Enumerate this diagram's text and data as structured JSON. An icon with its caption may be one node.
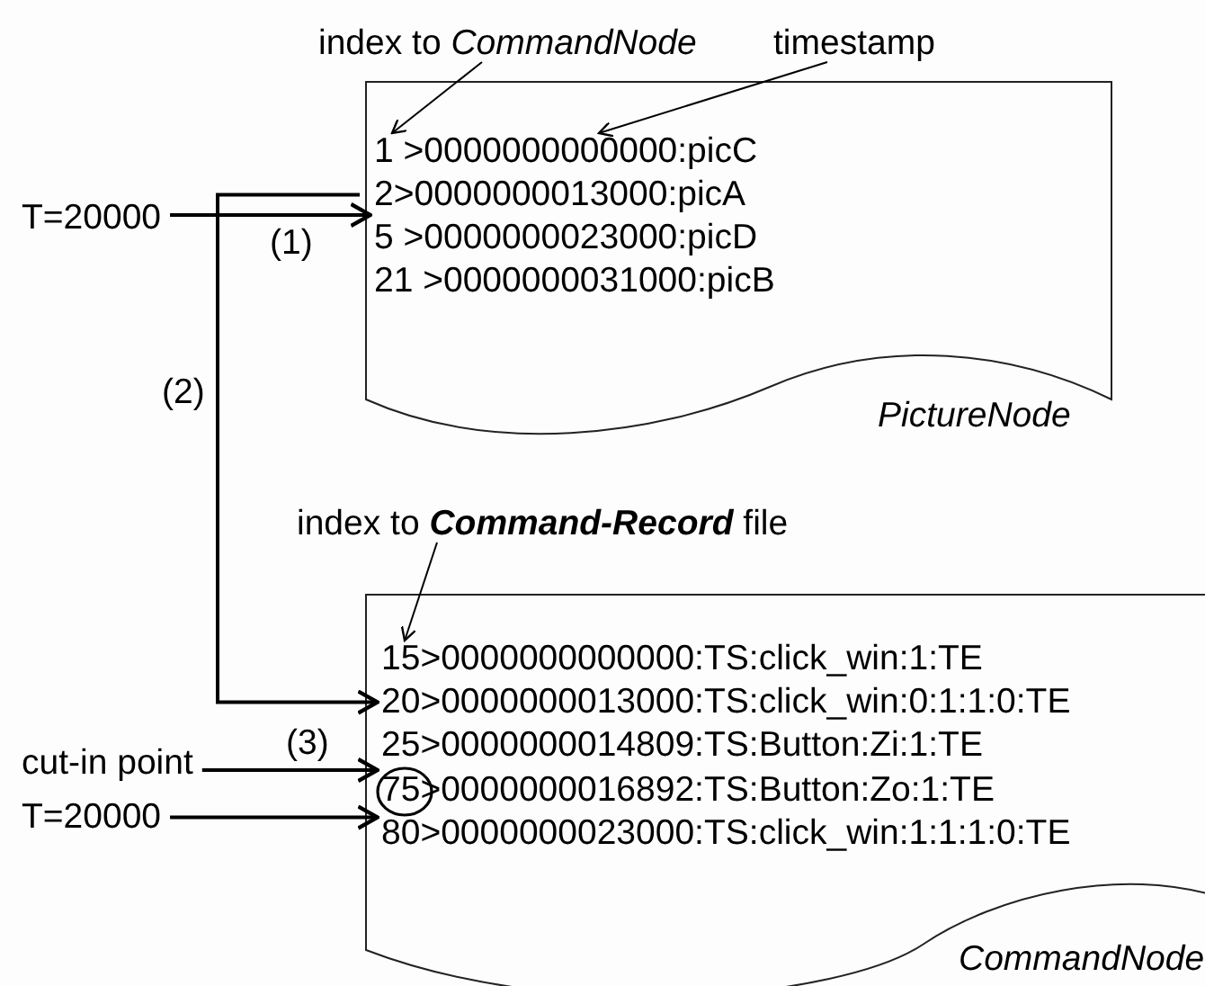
{
  "diagram": {
    "nodes": [
      {
        "text": [
          "PictureNode"
        ]
      },
      {
        "text": [
          "1 >0000000000000:picC"
        ],
        "in": 0
      },
      {
        "text": [
          "2>0000000013000:picA"
        ],
        "in": 0
      },
      {
        "text": [
          "5 >0000000023000:picD"
        ],
        "in": 0
      },
      {
        "text": [
          "21 >0000000031000:picB"
        ],
        "in": 0
      },
      {
        "text": [
          "CommandNode"
        ]
      },
      {
        "text": [
          "15>0000000000000:TS:click_win:1:TE"
        ],
        "in": 5
      },
      {
        "text": [
          "20>0000000013000:TS:click_win:0:1:1:0:TE"
        ],
        "in": 5
      },
      {
        "text": [
          "25>0000000014809:TS:Button:Zi:1:TE"
        ],
        "in": 5
      },
      {
        "text": [
          "75>0000000016892:TS:Button:Zo:1:TE"
        ],
        "in": 5
      },
      {
        "text": [
          "80>0000000023000:TS:click_win:1:1:1:0:TE"
        ],
        "in": 5
      },
      {
        "text": [
          "T=20000"
        ]
      },
      {
        "text": [
          "index to *CommandNode*"
        ]
      },
      {
        "text": [
          "timestamp"
        ]
      },
      {
        "text": [
          "index to **Command-Record** file"
        ]
      },
      {
        "text": [
          "cut-in point"
        ]
      },
      {
        "text": [
          "T=20000"
        ]
      }
    ],
    "edges": [
      {
        "from": 11,
        "to": 2,
        "arrow": "to",
        "label": "(1)"
      },
      {
        "from": 2,
        "to": 7,
        "arrow": "to",
        "label": "(2)"
      },
      {
        "from": 12,
        "to": 1,
        "arrow": "to"
      },
      {
        "from": 13,
        "to": 1,
        "arrow": "to"
      },
      {
        "from": 14,
        "to": 6,
        "arrow": "to"
      },
      {
        "from": 15,
        "to": 9,
        "arrow": "to",
        "label": "(3)"
      },
      {
        "from": 16,
        "to": 10,
        "arrow": "to"
      }
    ]
  }
}
